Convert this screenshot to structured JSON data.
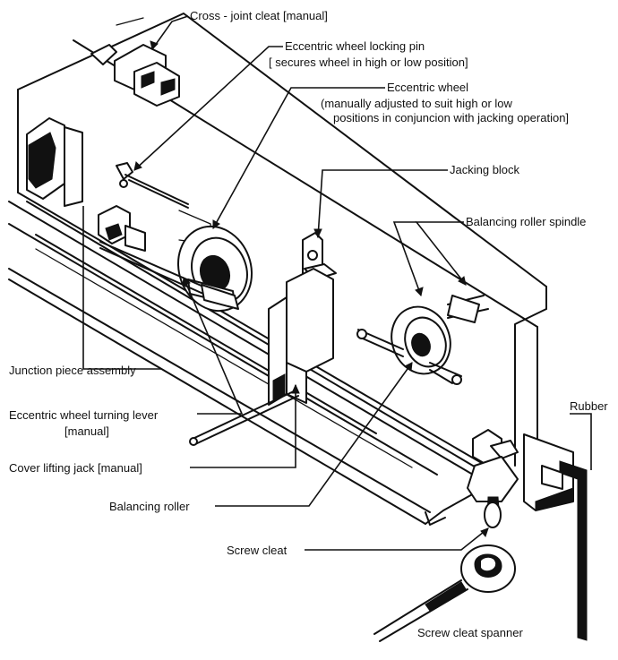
{
  "labels": {
    "cross_joint_cleat": "Cross - joint cleat [manual]",
    "locking_pin_1": "Eccentric wheel locking pin",
    "locking_pin_2": "[ secures wheel in high or low position]",
    "eccentric_wheel_1": "Eccentric wheel",
    "eccentric_wheel_2": "(manually adjusted to suit high or low",
    "eccentric_wheel_3": "positions in conjuncion with jacking operation]",
    "jacking_block": "Jacking block",
    "balancing_roller_spindle": "Balancing roller spindle",
    "junction_piece": "Junction piece assembly",
    "turning_lever_1": "Eccentric wheel turning lever",
    "turning_lever_2": "[manual]",
    "cover_lifting_jack": "Cover lifting jack [manual]",
    "balancing_roller": "Balancing roller",
    "rubber": "Rubber",
    "screw_cleat": "Screw cleat",
    "screw_cleat_spanner": "Screw cleat spanner"
  }
}
